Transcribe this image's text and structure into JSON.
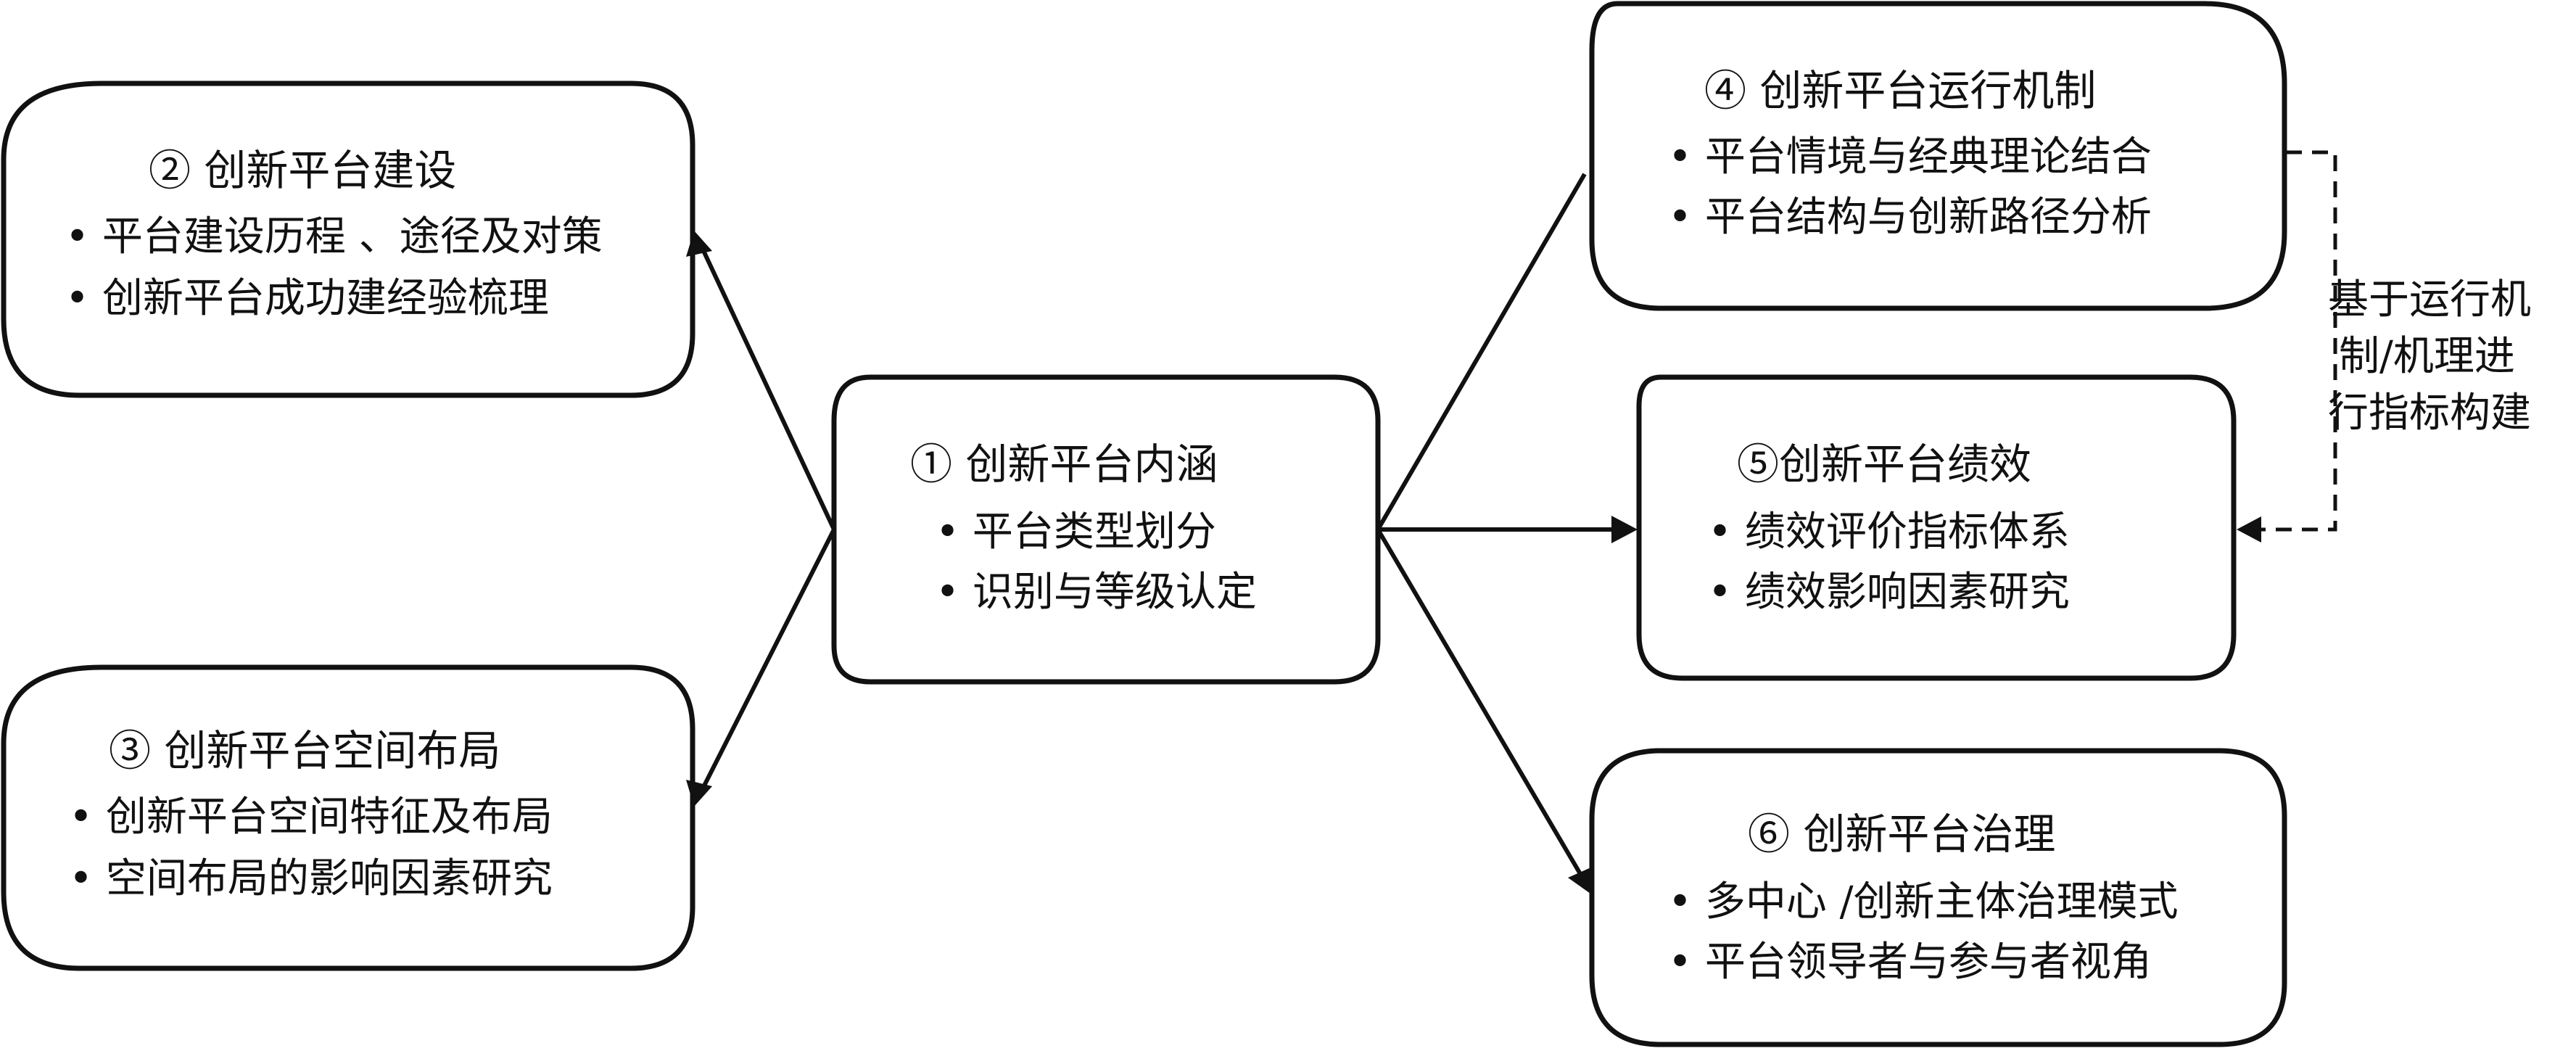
{
  "nodes": {
    "n1": {
      "title": "① 创新平台内涵",
      "bullets": [
        "• 平台类型划分",
        "• 识别与等级认定"
      ]
    },
    "n2": {
      "title": "② 创新平台建设",
      "bullets": [
        "• 平台建设历程 、途径及对策",
        "• 创新平台成功建经验梳理"
      ]
    },
    "n3": {
      "title": "③ 创新平台空间布局",
      "bullets": [
        "• 创新平台空间特征及布局",
        "• 空间布局的影响因素研究"
      ]
    },
    "n4": {
      "title": "④ 创新平台运行机制",
      "bullets": [
        "• 平台情境与经典理论结合",
        "• 平台结构与创新路径分析"
      ]
    },
    "n5": {
      "title": "⑤创新平台绩效",
      "bullets": [
        "• 绩效评价指标体系",
        "• 绩效影响因素研究"
      ]
    },
    "n6": {
      "title": "⑥ 创新平台治理",
      "bullets": [
        "• 多中心 /创新主体治理模式",
        "• 平台领导者与参与者视角"
      ]
    }
  },
  "annotation": {
    "lines": [
      "基于运行机",
      "制/机理进",
      "行指标构建"
    ]
  }
}
